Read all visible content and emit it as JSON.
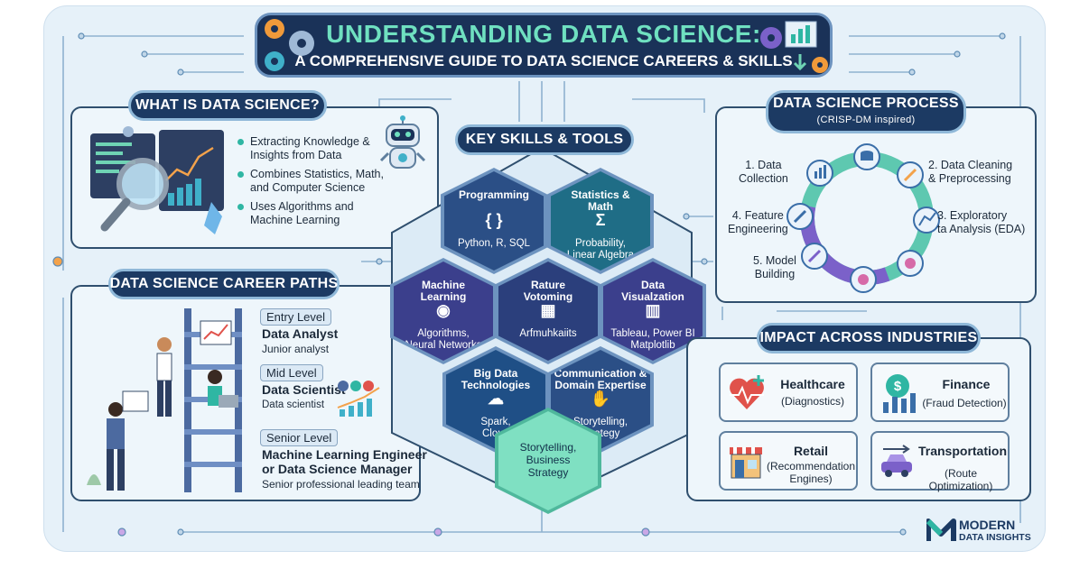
{
  "header": {
    "title": "UNDERSTANDING DATA SCIENCE:",
    "subtitle": "A COMPREHENSIVE GUIDE TO DATA SCIENCE CAREERS & SKILLS"
  },
  "what_is": {
    "heading": "WHAT IS DATA SCIENCE?",
    "bullets": [
      {
        "line1": "Extracting Knowledge &",
        "line2": "Insights from Data"
      },
      {
        "line1": "Combines Statistics, Math,",
        "line2": "and Computer Science"
      },
      {
        "line1": "Uses Algorithms and",
        "line2": "Machine Learning"
      }
    ]
  },
  "careers": {
    "heading": "DATA SCIENCE CAREER PATHS",
    "levels": [
      {
        "level": "Entry Level",
        "role": "Data Analyst",
        "desc": "Junior analyst"
      },
      {
        "level": "Mid Level",
        "role": "Data Scientist",
        "desc": "Data scientist"
      },
      {
        "level": "Senior Level",
        "role": "Machine Learning Engineer",
        "role2": "or Data Science Manager",
        "desc": "Senior professional leading team"
      }
    ]
  },
  "skills": {
    "heading": "KEY SKILLS & TOOLS",
    "hexes": [
      {
        "t1": "Programming",
        "t2": "",
        "d1": "Python, R, SQL",
        "d2": "",
        "glyph": "{ }"
      },
      {
        "t1": "Statistics &",
        "t2": "Math",
        "d1": "Probability,",
        "d2": "Linear Algebra",
        "glyph": "Σ"
      },
      {
        "t1": "Machine",
        "t2": "Learning",
        "d1": "Algorithms,",
        "d2": "Neural Networks",
        "glyph": "◉"
      },
      {
        "t1": "Rature",
        "t2": "Votoming",
        "d1": "Arfmuhkaiits",
        "d2": "",
        "glyph": "▦"
      },
      {
        "t1": "Data",
        "t2": "Visualzation",
        "d1": "Tableau, Power BI",
        "d2": "Matplotlib",
        "glyph": "▥"
      },
      {
        "t1": "Big Data",
        "t2": "Technologies",
        "d1": "Spark,",
        "d2": "Cloud",
        "glyph": "☁"
      },
      {
        "t1": "Communication &",
        "t2": "Domain Expertise",
        "d1": "Storytelling,",
        "d2": "Strategy",
        "glyph": "✋"
      },
      {
        "t1": "",
        "t2": "",
        "d1": "Storytelling,",
        "d2": "Business",
        "d3": "Strategy",
        "glyph": ""
      }
    ]
  },
  "process": {
    "heading": "DATA SCIENCE PROCESS",
    "subheading": "(CRISP-DM inspired)",
    "steps": [
      {
        "l1": "1. Data",
        "l2": "Collection"
      },
      {
        "l1": "2. Data Cleaning",
        "l2": "& Preprocessing"
      },
      {
        "l1": "3. Exploratory",
        "l2": "ta Analysis (EDA)"
      },
      {
        "l1": "4. Feature",
        "l2": "Engineering"
      },
      {
        "l1": "5. Model",
        "l2": "Building"
      }
    ]
  },
  "impact": {
    "heading": "IMPACT ACROSS INDUSTRIES",
    "items": [
      {
        "title": "Healthcare",
        "sub1": "(Diagnostics)",
        "sub2": "",
        "icon": "heart-icon"
      },
      {
        "title": "Finance",
        "sub1": "(Fraud Detection)",
        "sub2": "",
        "icon": "money-icon"
      },
      {
        "title": "Retail",
        "sub1": "(Recommendation",
        "sub2": "Engines)",
        "icon": "store-icon"
      },
      {
        "title": "Transportation",
        "sub1": "(Route Optimization)",
        "sub2": "",
        "icon": "car-icon"
      }
    ]
  },
  "brand": {
    "line1": "MODERN",
    "line2": "DATA INSIGHTS"
  },
  "colors": {
    "navy": "#1c3a63",
    "teal": "#2fb6a3",
    "hex_blue": "#2b4f86",
    "hex_teal": "#1f6d86",
    "hex_purple": "#3b3f8c",
    "accent_green": "#6fd3b4"
  }
}
